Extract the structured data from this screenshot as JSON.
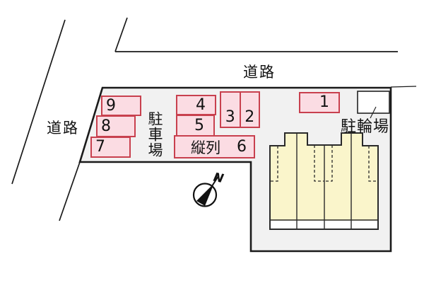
{
  "labels": {
    "road_top": "道路",
    "road_left": "道路",
    "parking_area": "駐車場",
    "bicycle_parking": "駐輪場",
    "tandem": "縦列",
    "compass_north": "N"
  },
  "parking": {
    "spots": [
      {
        "label": "1"
      },
      {
        "label": "2"
      },
      {
        "label": "3"
      },
      {
        "label": "4"
      },
      {
        "label": "5"
      },
      {
        "label": "6"
      },
      {
        "label": "7"
      },
      {
        "label": "8"
      },
      {
        "label": "9"
      }
    ]
  },
  "colors": {
    "spot_fill": "#FBDCE3",
    "spot_border": "#C8404E",
    "parcel_fill": "#F1F1F1",
    "outline": "#1A1A1A",
    "building_fill": "#FAF5CB",
    "building_outline": "#2A2A2A",
    "bicycle_box_fill": "#FFFFFF"
  }
}
